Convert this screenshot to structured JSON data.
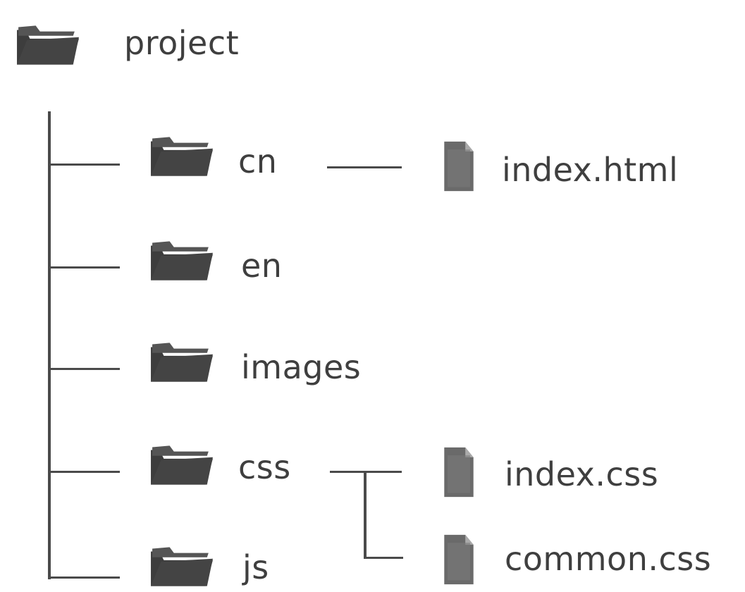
{
  "tree": {
    "root": {
      "label": "project",
      "icon": "folder-icon"
    },
    "children": [
      {
        "label": "cn",
        "icon": "folder-icon",
        "files": [
          {
            "label": "index.html",
            "icon": "file-icon"
          }
        ]
      },
      {
        "label": "en",
        "icon": "folder-icon"
      },
      {
        "label": "images",
        "icon": "folder-icon"
      },
      {
        "label": "css",
        "icon": "folder-icon",
        "files": [
          {
            "label": "index.css",
            "icon": "file-icon"
          },
          {
            "label": "common.css",
            "icon": "file-icon"
          }
        ]
      },
      {
        "label": "js",
        "icon": "folder-icon"
      }
    ]
  },
  "colors": {
    "icon": "#3d3d3d",
    "line": "#4a4a4a",
    "text": "#3f3f3f"
  }
}
